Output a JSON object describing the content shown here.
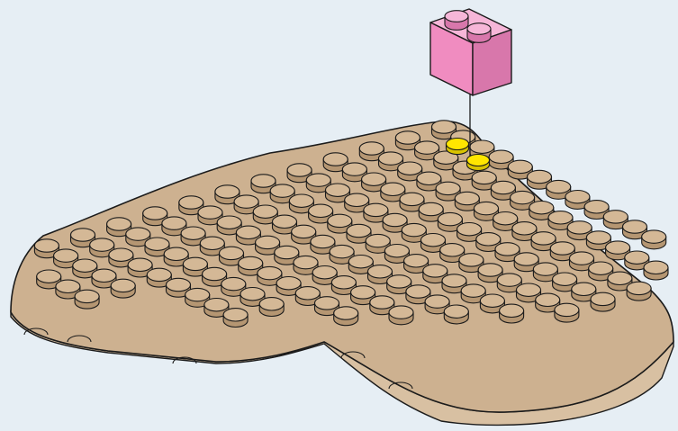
{
  "colors": {
    "background": "#e6eef4",
    "plate_side": "#d8c0a2",
    "plate_top": "#cdb190",
    "stud_top": "#d4b896",
    "stud_side": "#b59672",
    "outline": "#1b1b1b",
    "brick_front": "#f08cc0",
    "brick_top": "#f6b6d8",
    "brick_side": "#d877ab",
    "highlight_stud": "#ffe600"
  },
  "scene": {
    "plate": {
      "shape": "heart",
      "color_name": "tan",
      "stud_color_name": "tan"
    },
    "brick": {
      "size": "1x2",
      "color_name": "pink",
      "stud_count": 2
    },
    "placement_marks": {
      "count": 2,
      "color_name": "yellow",
      "icon": "placement-line"
    }
  }
}
